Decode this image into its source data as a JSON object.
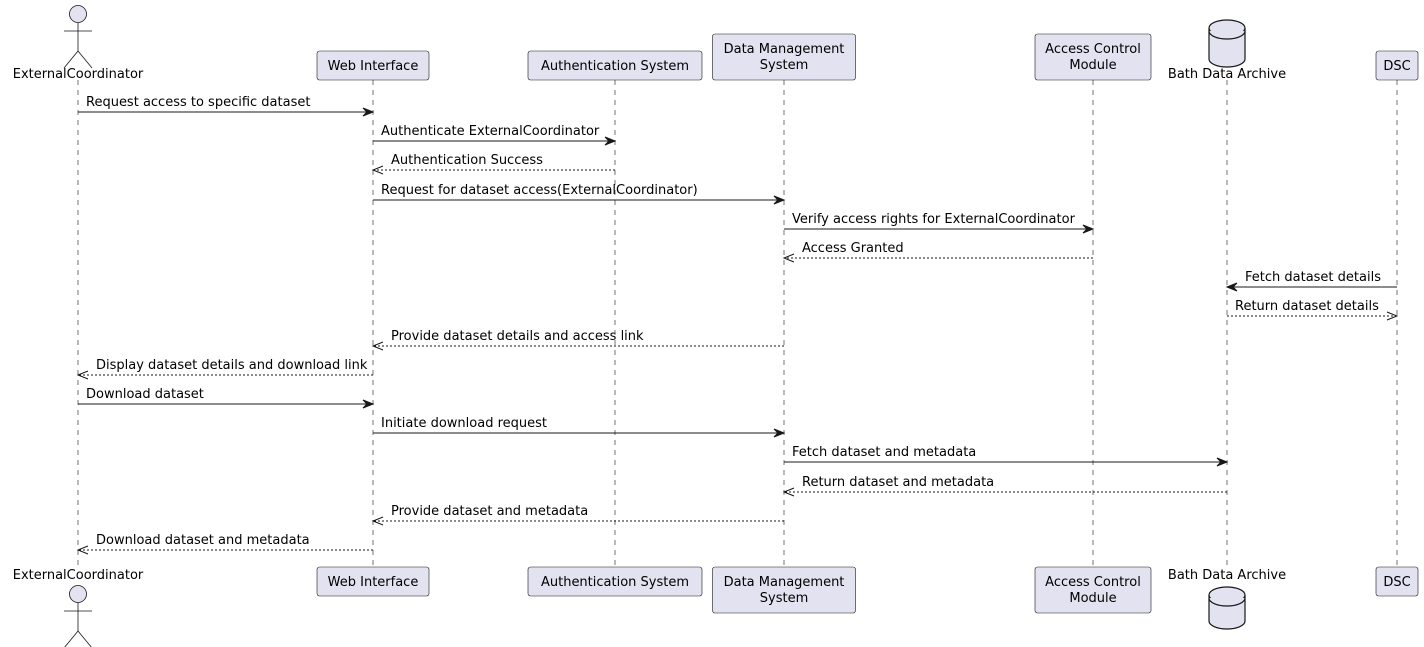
{
  "colors": {
    "participant_fill": "#E2E2F0",
    "line": "#181818",
    "text": "#000000",
    "background": "#FFFFFF"
  },
  "participants": [
    {
      "id": "coordinator",
      "kind": "actor",
      "label": "ExternalCoordinator"
    },
    {
      "id": "web",
      "kind": "participant",
      "label": "Web Interface"
    },
    {
      "id": "auth",
      "kind": "participant",
      "label": "Authentication System"
    },
    {
      "id": "dms",
      "kind": "participant",
      "label_lines": [
        "Data Management",
        "System"
      ]
    },
    {
      "id": "acm",
      "kind": "participant",
      "label_lines": [
        "Access Control",
        "Module"
      ]
    },
    {
      "id": "archive",
      "kind": "database",
      "label": "Bath Data Archive"
    },
    {
      "id": "dsc",
      "kind": "participant",
      "label": "DSC"
    }
  ],
  "messages": [
    {
      "from": "coordinator",
      "to": "web",
      "style": "solid",
      "text": "Request access to specific dataset"
    },
    {
      "from": "web",
      "to": "auth",
      "style": "solid",
      "text": "Authenticate ExternalCoordinator"
    },
    {
      "from": "auth",
      "to": "web",
      "style": "dashed",
      "text": "Authentication Success"
    },
    {
      "from": "web",
      "to": "dms",
      "style": "solid",
      "text": "Request for dataset access(ExternalCoordinator)"
    },
    {
      "from": "dms",
      "to": "acm",
      "style": "solid",
      "text": "Verify access rights for ExternalCoordinator"
    },
    {
      "from": "acm",
      "to": "dms",
      "style": "dashed",
      "text": "Access Granted"
    },
    {
      "from": "dsc",
      "to": "archive",
      "style": "solid",
      "text": "Fetch dataset details"
    },
    {
      "from": "archive",
      "to": "dsc",
      "style": "dashed",
      "text": "Return dataset details"
    },
    {
      "from": "dms",
      "to": "web",
      "style": "dashed",
      "text": "Provide dataset details and access link"
    },
    {
      "from": "web",
      "to": "coordinator",
      "style": "dashed",
      "text": "Display dataset details and download link"
    },
    {
      "from": "coordinator",
      "to": "web",
      "style": "solid",
      "text": "Download dataset"
    },
    {
      "from": "web",
      "to": "dms",
      "style": "solid",
      "text": "Initiate download request"
    },
    {
      "from": "dms",
      "to": "archive",
      "style": "solid",
      "text": "Fetch dataset and metadata"
    },
    {
      "from": "archive",
      "to": "dms",
      "style": "dashed",
      "text": "Return dataset and metadata"
    },
    {
      "from": "dms",
      "to": "web",
      "style": "dashed",
      "text": "Provide dataset and metadata"
    },
    {
      "from": "web",
      "to": "coordinator",
      "style": "dashed",
      "text": "Download dataset and metadata"
    }
  ]
}
